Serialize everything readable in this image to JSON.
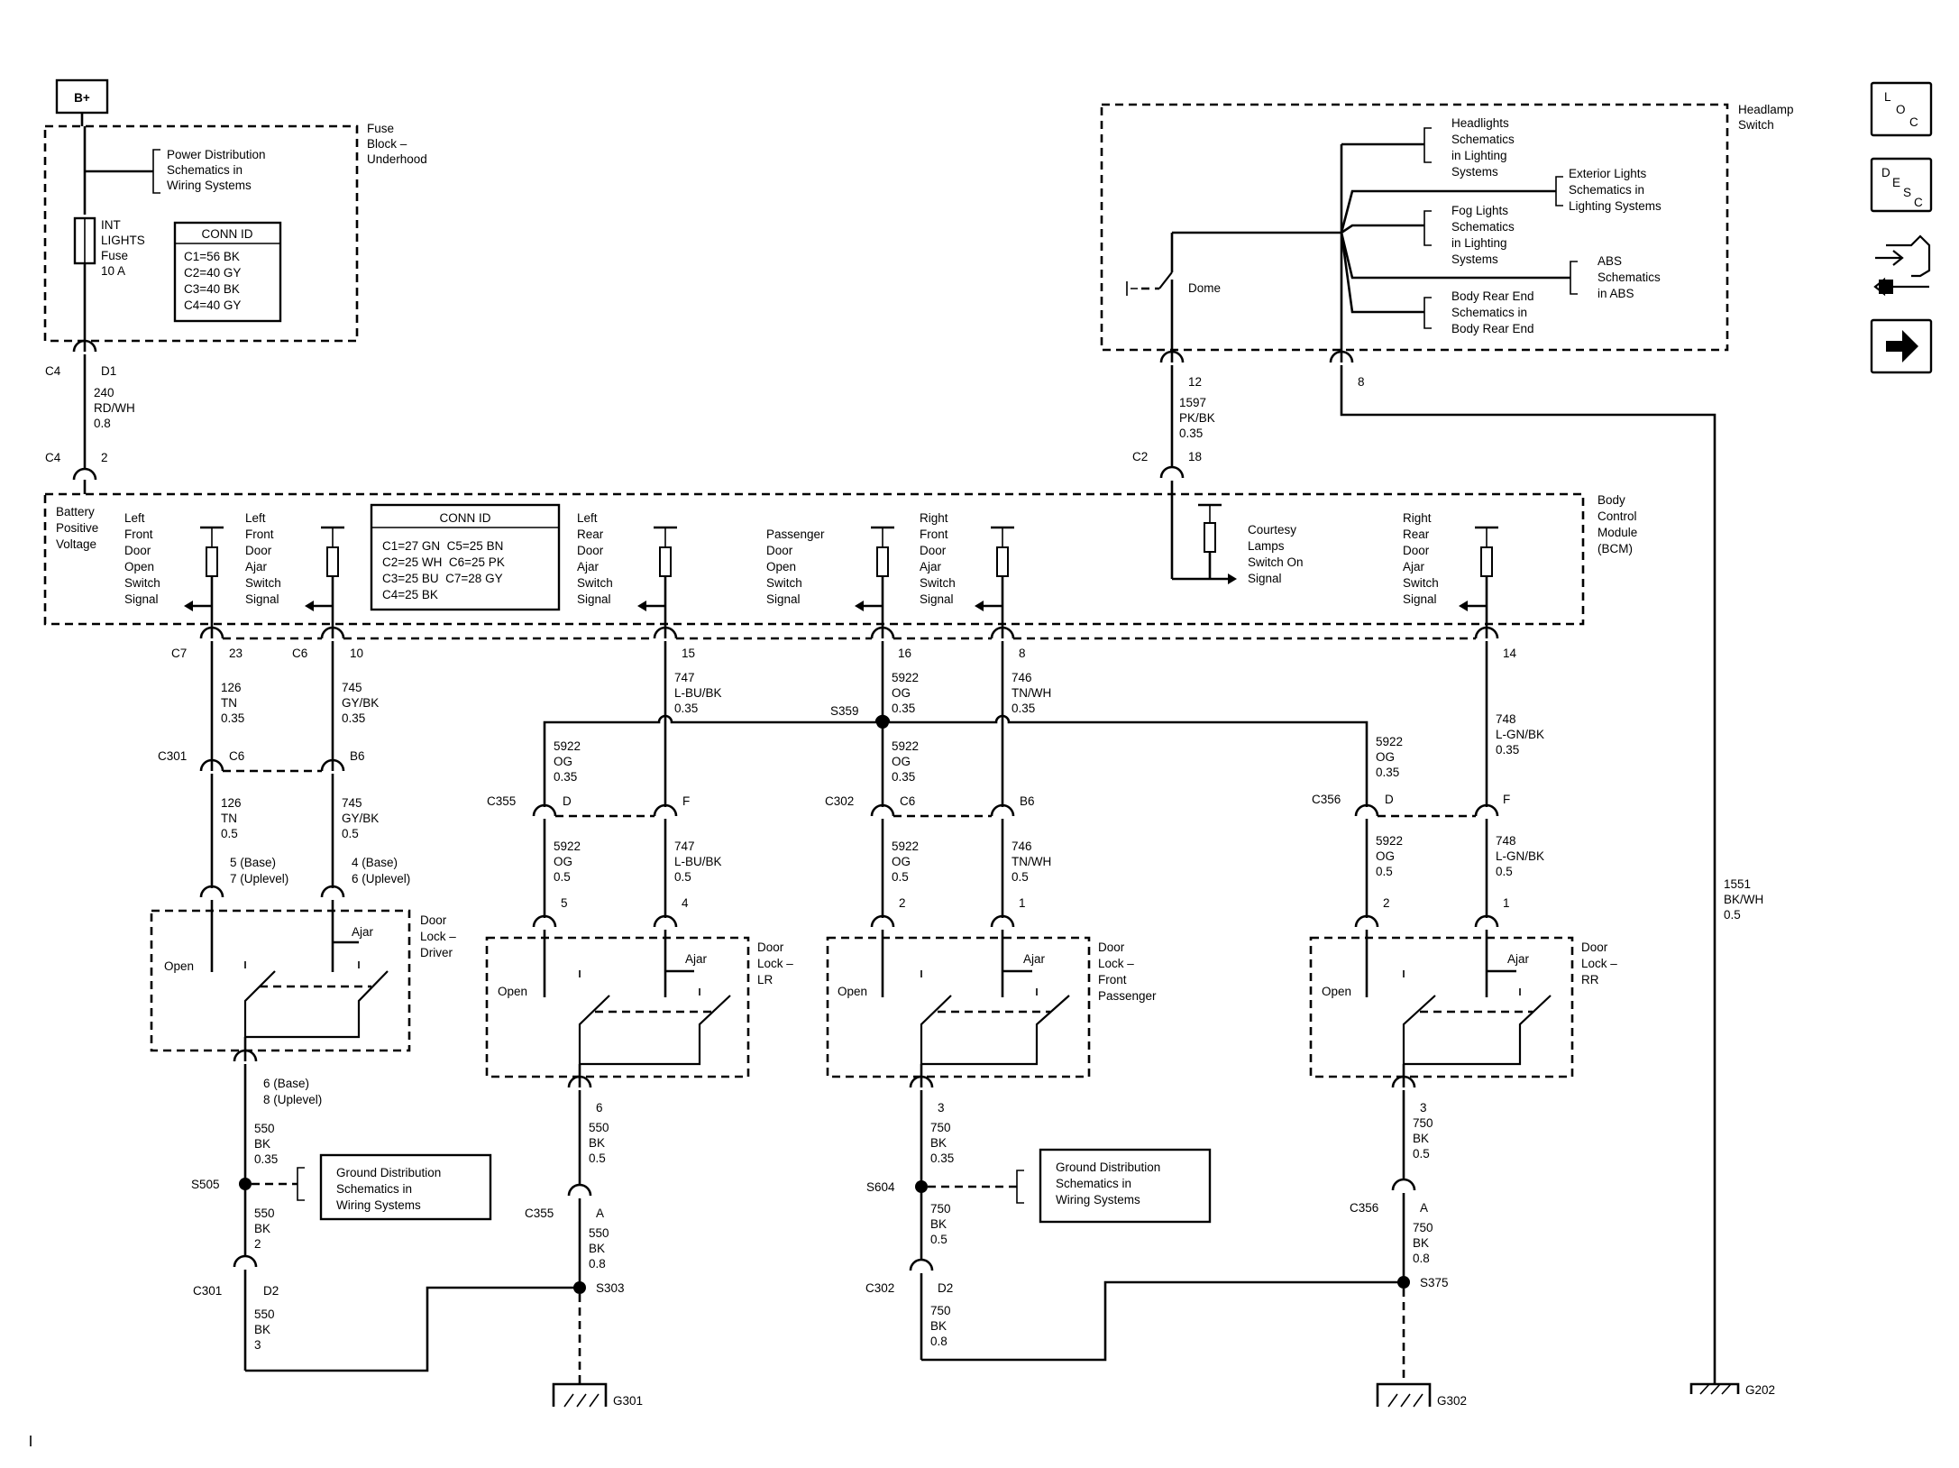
{
  "power": {
    "label": "B+"
  },
  "fuse_block": {
    "name": [
      "Fuse",
      "Block –",
      "Underhood"
    ],
    "ref": [
      "Power Distribution",
      "Schematics in",
      "Wiring Systems"
    ],
    "fuse": [
      "INT",
      "LIGHTS",
      "Fuse",
      "10 A"
    ],
    "conn_title": "CONN ID",
    "conn_items": [
      "C1=56 BK",
      "C2=40 GY",
      "C3=40 BK",
      "C4=40 GY"
    ]
  },
  "fuse_out": {
    "conn_left": "C4",
    "conn_right": "D1",
    "wire": [
      "240",
      "RD/WH",
      "0.8"
    ]
  },
  "bcm_in": {
    "conn": "C4",
    "pin": "2"
  },
  "bcm": {
    "name": [
      "Body",
      "Control",
      "Module",
      "(BCM)"
    ],
    "battery": [
      "Battery",
      "Positive",
      "Voltage"
    ],
    "conn_title": "CONN ID",
    "conn_rows": [
      "C1=27 GN  C5=25 BN",
      "C2=25 WH  C6=25 PK",
      "C3=25 BU  C7=28 GY",
      "C4=25 BK"
    ],
    "signals": {
      "lf_open": [
        "Left",
        "Front",
        "Door",
        "Open",
        "Switch",
        "Signal"
      ],
      "lf_ajar": [
        "Left",
        "Front",
        "Door",
        "Ajar",
        "Switch",
        "Signal"
      ],
      "lr_ajar": [
        "Left",
        "Rear",
        "Door",
        "Ajar",
        "Switch",
        "Signal"
      ],
      "pass_open": [
        "Passenger",
        "Door",
        "Open",
        "Switch",
        "Signal"
      ],
      "rf_ajar": [
        "Right",
        "Front",
        "Door",
        "Ajar",
        "Switch",
        "Signal"
      ],
      "courtesy": [
        "Courtesy",
        "Lamps",
        "Switch On",
        "Signal"
      ],
      "rr_ajar": [
        "Right",
        "Rear",
        "Door",
        "Ajar",
        "Switch",
        "Signal"
      ]
    }
  },
  "headlamp": {
    "name": [
      "Headlamp",
      "Switch"
    ],
    "dome": "Dome",
    "refs": {
      "headlights": [
        "Headlights",
        "Schematics",
        "in Lighting",
        "Systems"
      ],
      "exterior": [
        "Exterior Lights",
        "Schematics in",
        "Lighting Systems"
      ],
      "fog": [
        "Fog Lights",
        "Schematics",
        "in Lighting",
        "Systems"
      ],
      "abs": [
        "ABS",
        "Schematics",
        "in ABS"
      ],
      "body_rear": [
        "Body Rear End",
        "Schematics in",
        "Body Rear End"
      ]
    },
    "pin12": "12",
    "wire": [
      "1597",
      "PK/BK",
      "0.35"
    ],
    "c2": "C2",
    "pin18": "18",
    "pin8": "8",
    "wire_ground": [
      "1551",
      "BK/WH",
      "0.5"
    ]
  },
  "bcm_pins": {
    "c7": "C7",
    "c7_pin": "23",
    "c6": "C6",
    "c6_pin": "10",
    "p15": "15",
    "p16": "16",
    "p8": "8",
    "p14": "14"
  },
  "wires": {
    "w126": [
      "126",
      "TN",
      "0.35"
    ],
    "w745": [
      "745",
      "GY/BK",
      "0.35"
    ],
    "w747": [
      "747",
      "L-BU/BK",
      "0.35"
    ],
    "w5922_top": [
      "5922",
      "OG",
      "0.35"
    ],
    "w746": [
      "746",
      "TN/WH",
      "0.35"
    ],
    "w748": [
      "748",
      "L-GN/BK",
      "0.35"
    ],
    "s359": "S359",
    "w5922_left": [
      "5922",
      "OG",
      "0.35"
    ],
    "w5922_mid": [
      "5922",
      "OG",
      "0.35"
    ],
    "w5922_right": [
      "5922",
      "OG",
      "0.35"
    ]
  },
  "inline": {
    "c301": "C301",
    "c301_a": "C6",
    "c301_b": "B6",
    "c355": "C355",
    "c355_a": "D",
    "c355_b": "F",
    "c302": "C302",
    "c302_a": "C6",
    "c302_b": "B6",
    "c356": "C356",
    "c356_a": "D",
    "c356_b": "F"
  },
  "lower_wires": {
    "w126": [
      "126",
      "TN",
      "0.5"
    ],
    "w745": [
      "745",
      "GY/BK",
      "0.5"
    ],
    "lr_og": [
      "5922",
      "OG",
      "0.5"
    ],
    "lr_bu": [
      "747",
      "L-BU/BK",
      "0.5"
    ],
    "fp_og": [
      "5922",
      "OG",
      "0.5"
    ],
    "fp_tn": [
      "746",
      "TN/WH",
      "0.5"
    ],
    "rr_og": [
      "5922",
      "OG",
      "0.5"
    ],
    "rr_gn": [
      "748",
      "L-GN/BK",
      "0.5"
    ]
  },
  "doors": {
    "driver": {
      "name": [
        "Door",
        "Lock –",
        "Driver"
      ],
      "pin_open": [
        "5 (Base)",
        "7 (Uplevel)"
      ],
      "pin_ajar": [
        "4 (Base)",
        "6 (Uplevel)"
      ],
      "open": "Open",
      "ajar": "Ajar",
      "gnd_pin": [
        "6 (Base)",
        "8 (Uplevel)"
      ]
    },
    "lr": {
      "name": [
        "Door",
        "Lock –",
        "LR"
      ],
      "pin_open": "5",
      "pin_ajar": "4",
      "open": "Open",
      "ajar": "Ajar",
      "gnd_pin": "6"
    },
    "fp": {
      "name": [
        "Door",
        "Lock –",
        "Front",
        "Passenger"
      ],
      "pin_open": "2",
      "pin_ajar": "1",
      "open": "Open",
      "ajar": "Ajar",
      "gnd_pin": "3"
    },
    "rr": {
      "name": [
        "Door",
        "Lock –",
        "RR"
      ],
      "pin_open": "2",
      "pin_ajar": "1",
      "open": "Open",
      "ajar": "Ajar",
      "gnd_pin": "3"
    }
  },
  "grounds": {
    "driver": {
      "w1": [
        "550",
        "BK",
        "0.35"
      ],
      "splice": "S505",
      "ref": [
        "Ground Distribution",
        "Schematics in",
        "Wiring Systems"
      ],
      "w2": [
        "550",
        "BK",
        "2"
      ],
      "conn": "C301",
      "pin": "D2",
      "w3": [
        "550",
        "BK",
        "3"
      ]
    },
    "lr": {
      "w1": [
        "550",
        "BK",
        "0.5"
      ],
      "conn": "C355",
      "pin": "A",
      "w2": [
        "550",
        "BK",
        "0.8"
      ],
      "splice": "S303",
      "ground": "G301"
    },
    "fp": {
      "w1": [
        "750",
        "BK",
        "0.35"
      ],
      "splice": "S604",
      "ref": [
        "Ground Distribution",
        "Schematics in",
        "Wiring Systems"
      ],
      "w2": [
        "750",
        "BK",
        "0.5"
      ],
      "conn": "C302",
      "pin": "D2",
      "w3": [
        "750",
        "BK",
        "0.8"
      ]
    },
    "rr": {
      "w1": [
        "750",
        "BK",
        "0.5"
      ],
      "conn": "C356",
      "pin": "A",
      "w2": [
        "750",
        "BK",
        "0.8"
      ],
      "splice": "S375",
      "ground": "G302"
    },
    "ground3": "G202"
  },
  "nav": {
    "loc": [
      "L",
      "O",
      "C"
    ],
    "desc": [
      "D",
      "E",
      "S",
      "C"
    ],
    "connector_icon": "connector-icon",
    "next_icon": "arrow-right-icon"
  }
}
